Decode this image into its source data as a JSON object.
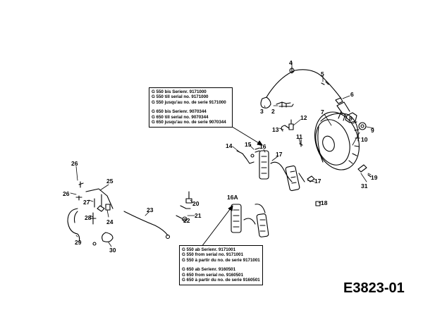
{
  "callouts": {
    "top": {
      "lines_a": [
        "G 550 bis Serienr. 9171000",
        "G 550 till serial no. 9171000",
        "G 550 jusqu'au no. de serie 9171000"
      ],
      "lines_b": [
        "G 650 bis Serienr. 9070344",
        "G 650 till serial no. 9070344",
        "G 650 jusqu'au no. de serie 9070344"
      ]
    },
    "bottom": {
      "lines_a": [
        "G 550 ab Serienr. 9171001",
        "G 550 from serial no. 9171001",
        "G 550 à partir du no. de serie 9171001"
      ],
      "lines_b": [
        "G 650 ab Serienr. 9160501",
        "G 650 from serial no. 9160501",
        "G 650 à partir du no. de serie 9160501"
      ]
    }
  },
  "part_labels": [
    "2",
    "3",
    "4",
    "5",
    "6",
    "7",
    "8",
    "9",
    "10",
    "11",
    "12",
    "13",
    "14",
    "15",
    "16",
    "16A",
    "17",
    "17",
    "18",
    "19",
    "20",
    "21",
    "22",
    "23",
    "24",
    "25",
    "26",
    "26",
    "27",
    "28",
    "29",
    "30",
    "31"
  ],
  "diagram_code": "E3823-01"
}
